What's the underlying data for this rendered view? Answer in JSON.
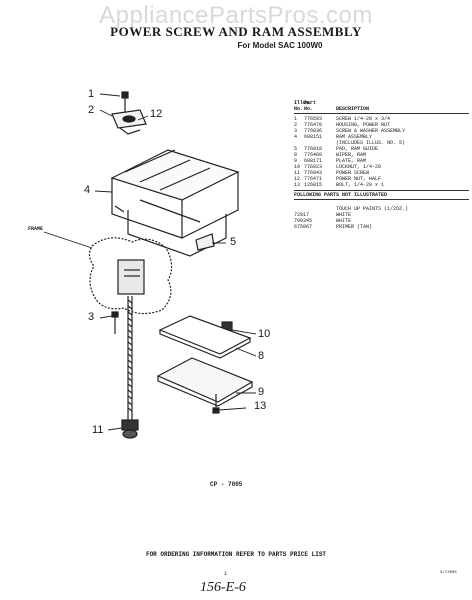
{
  "watermark": "AppliancePartsPros.com",
  "title": "POWER SCREW AND RAM ASSEMBLY",
  "subtitle": "For Model SAC 100W0",
  "parts_table": {
    "header_row1": [
      "Illus.",
      "Part",
      ""
    ],
    "header_row2": [
      "No.",
      "No.",
      "DESCRIPTION"
    ],
    "rows": [
      [
        "1",
        "776593",
        "SCREW 1/4-20 x 3/4"
      ],
      [
        "2",
        "776470",
        "HOUSING, POWER NUT"
      ],
      [
        "3",
        "776036",
        "SCREW & WASHER ASSEMBLY"
      ],
      [
        "4",
        "608151",
        "RAM ASSEMBLY"
      ],
      [
        "",
        "",
        "(INCLUDES ILLUS. NO. 5)"
      ],
      [
        "5",
        "776018",
        "PAD, RAM GUIDE"
      ],
      [
        "8",
        "776460",
        "WIPER, RAM"
      ],
      [
        "9",
        "608171",
        "PLATE, RAM"
      ],
      [
        "10",
        "776023",
        "LOCKNUT, 1/4-20"
      ],
      [
        "11",
        "776943",
        "POWER SCREW"
      ],
      [
        "12",
        "776471",
        "POWER NUT, HALF"
      ],
      [
        "13",
        "126815",
        "BOLT, 1/4-20 x 1"
      ]
    ],
    "following_label": "FOLLOWING PARTS NOT ILLUSTRATED",
    "extra_rows": [
      [
        "",
        "TOUCH UP PAINTS (1/2OZ.)"
      ],
      [
        "72017",
        "WHITE"
      ],
      [
        "799345",
        "WHITE"
      ],
      [
        "675067",
        "PRIMER (TAN)"
      ]
    ]
  },
  "frame_label": "FRAME",
  "callouts": {
    "c1": "1",
    "c2": "2",
    "c12": "12",
    "c4": "4",
    "c5": "5",
    "c3": "3",
    "c10": "10",
    "c8": "8",
    "c9": "9",
    "c13": "13",
    "c11": "11"
  },
  "cp_label": "CP - 7005",
  "ordering": "FOR ORDERING INFORMATION REFER TO PARTS PRICE LIST",
  "page_number": "1",
  "doc_number": "3/72005",
  "handwritten_note": "156-E-6"
}
